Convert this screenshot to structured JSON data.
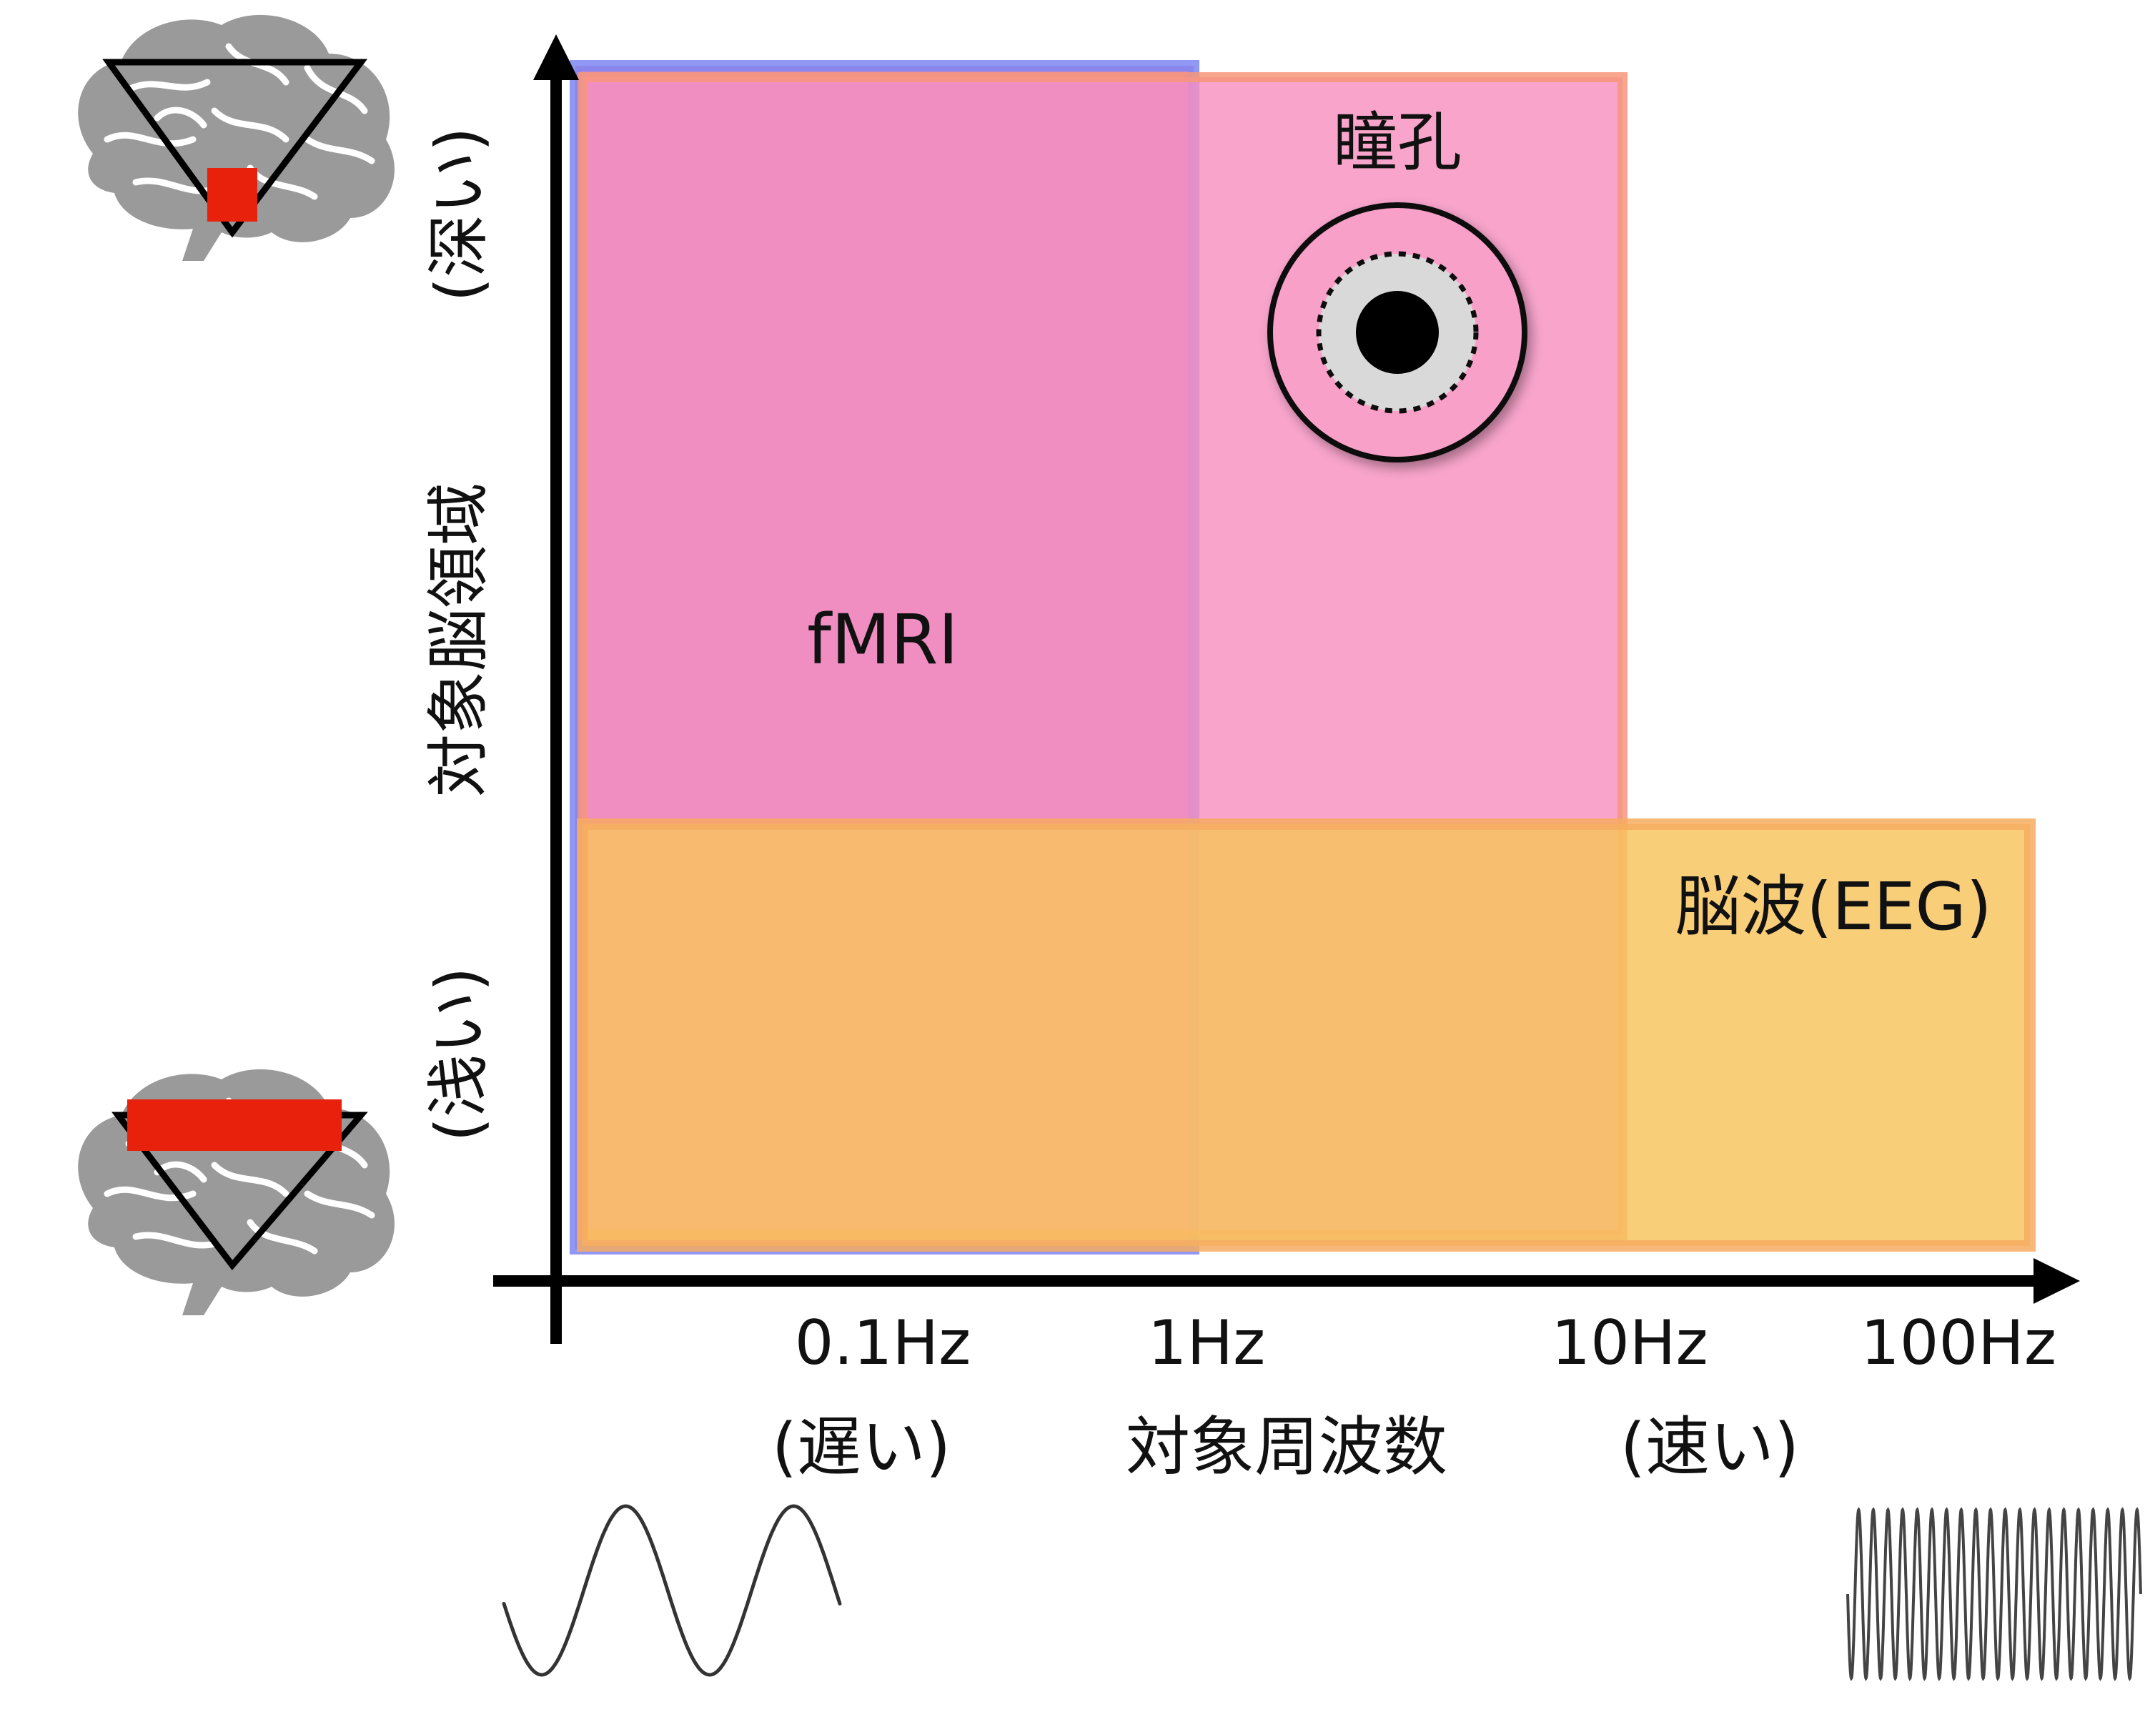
{
  "colors": {
    "fmri_fill": "#c56ec0",
    "fmri_border": "#7e86f2",
    "pupil_fill": "#f790c0",
    "pupil_border": "#f7967a",
    "eeg_fill": "#f8c35c",
    "eeg_border": "#f6ab60",
    "brain": "#9a9a9a",
    "highlight": "#e8210c",
    "axis": "#000000"
  },
  "regions": {
    "fmri": {
      "label": "fMRI"
    },
    "pupil": {
      "label": "瞳孔"
    },
    "eeg": {
      "label": "脳波(EEG)"
    }
  },
  "x_axis": {
    "ticks": [
      "0.1Hz",
      "1Hz",
      "10Hz",
      "100Hz"
    ],
    "title": "対象周波数",
    "slow_label": "(遅い)",
    "fast_label": "(速い)"
  },
  "y_axis": {
    "title": "対象脳領域",
    "deep_label": "(深い)",
    "shallow_label": "(浅い)"
  },
  "icons": {
    "deep_brain": "brain-deep-region-icon",
    "shallow_brain": "brain-shallow-region-icon",
    "pupil": "eye-pupil-icon",
    "slow_wave": "slow-sine-wave-icon",
    "fast_wave": "fast-sine-wave-icon"
  }
}
